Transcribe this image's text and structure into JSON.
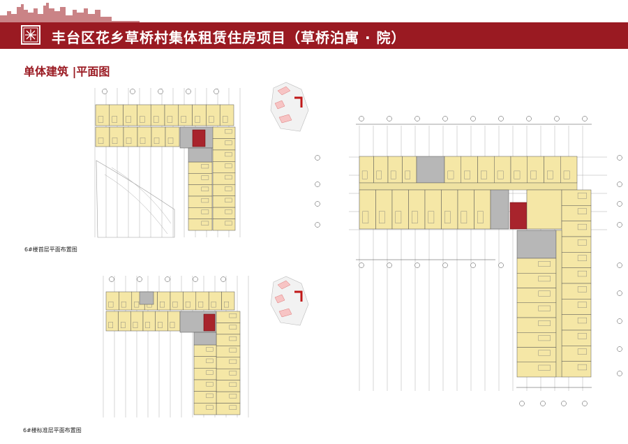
{
  "header": {
    "title": "丰台区花乡草桥村集体租赁住房项目（草桥泊寓 · 院）",
    "accent_color": "#9a1a22",
    "logo_icon": "company-emblem-icon"
  },
  "section": {
    "title": "单体建筑 |平面图"
  },
  "plans": {
    "ground_floor_caption": "6#楼首层平面布置图",
    "standard_floor_caption": "6#楼标准层平面布置图"
  },
  "colors": {
    "unit_fill": "#f5e7a6",
    "core_fill": "#b7b7b7",
    "stair_fill": "#a8242c",
    "line": "#555555"
  }
}
